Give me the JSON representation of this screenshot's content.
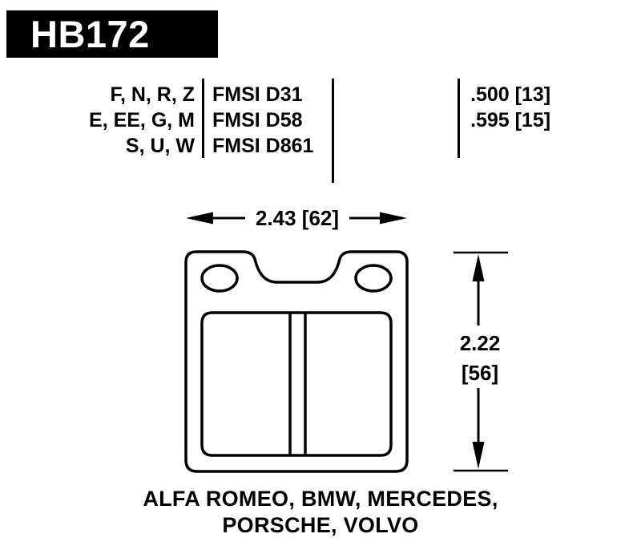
{
  "colors": {
    "ink": "#000000",
    "background": "#ffffff"
  },
  "header": {
    "part_number": "HB172"
  },
  "spec_table": {
    "compound_rows": [
      "F, N, R, Z",
      "E, EE, G, M",
      "S, U, W"
    ],
    "fmsi_rows": [
      "FMSI D31",
      "FMSI D58",
      "FMSI D861"
    ],
    "thickness_rows": [
      ".500 [13]",
      ".595 [15]"
    ]
  },
  "dimensions": {
    "width": "2.43 [62]",
    "height_value": "2.22",
    "height_mm": "[56]"
  },
  "applications": {
    "line1": "ALFA ROMEO, BMW, MERCEDES,",
    "line2": "PORSCHE, VOLVO"
  }
}
